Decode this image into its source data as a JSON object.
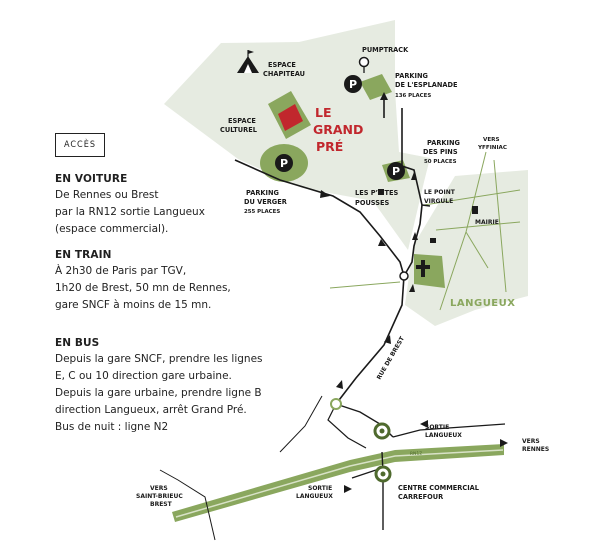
{
  "panel": {
    "acces_label": "ACCÈS",
    "sections": [
      {
        "title": "EN VOITURE",
        "lines": [
          "De Rennes ou Brest",
          "par la RN12 sortie Langueux",
          "(espace commercial)."
        ]
      },
      {
        "title": "EN TRAIN",
        "lines": [
          "À 2h30 de Paris par TGV,",
          "1h20 de Brest, 50 mn de Rennes,",
          "gare SNCF à moins de 15 mn."
        ]
      },
      {
        "title": "EN BUS",
        "lines": [
          "Depuis la gare SNCF, prendre les lignes",
          "E, C ou 10 direction gare urbaine.",
          "Depuis la gare urbaine, prendre ligne B",
          "direction Langueux, arrêt Grand Pré.",
          "Bus de nuit : ligne N2"
        ]
      }
    ]
  },
  "map": {
    "title_lines": [
      "LE",
      "GRAND",
      "PRÉ"
    ],
    "labels": {
      "pumptrack": "PUMPTRACK",
      "espace_chapiteau": [
        "ESPACE",
        "CHAPITEAU"
      ],
      "parking_esplanade": [
        "PARKING",
        "DE L'ESPLANADE"
      ],
      "parking_esplanade_places": "136 PLACES",
      "espace_culturel": [
        "ESPACE",
        "CULTUREL"
      ],
      "parking_pins": [
        "PARKING",
        "DES PINS"
      ],
      "parking_pins_places": "50 PLACES",
      "vers_yffiniac": [
        "VERS",
        "YFFINIAC"
      ],
      "ptites_pousses": [
        "LES P'TITES",
        "POUSSES"
      ],
      "point_virgule": [
        "LE POINT",
        "VIRGULE"
      ],
      "parking_verger": [
        "PARKING",
        "DU VERGER"
      ],
      "parking_verger_places": "255 PLACES",
      "mairie": "MAIRIE",
      "langueux": "LANGUEUX",
      "rue_de_brest": "RUE DE BREST",
      "sortie_langueux_1": [
        "SORTIE",
        "LANGUEUX"
      ],
      "vers_rennes": [
        "VERS",
        "RENNES"
      ],
      "rn12": "RN12",
      "vers_saint_brieuc": [
        "VERS",
        "SAINT-BRIEUC",
        "BREST"
      ],
      "sortie_langueux_2": [
        "SORTIE",
        "LANGUEUX"
      ],
      "centre_commercial": [
        "CENTRE COMMERCIAL",
        "CARREFOUR"
      ],
      "parking_symbol": "P"
    },
    "colors": {
      "site_area": "#e6ebe1",
      "green": "#8aa75e",
      "dark_green": "#4f6a2e",
      "red": "#c1272d",
      "road": "#1a1a1a"
    }
  }
}
